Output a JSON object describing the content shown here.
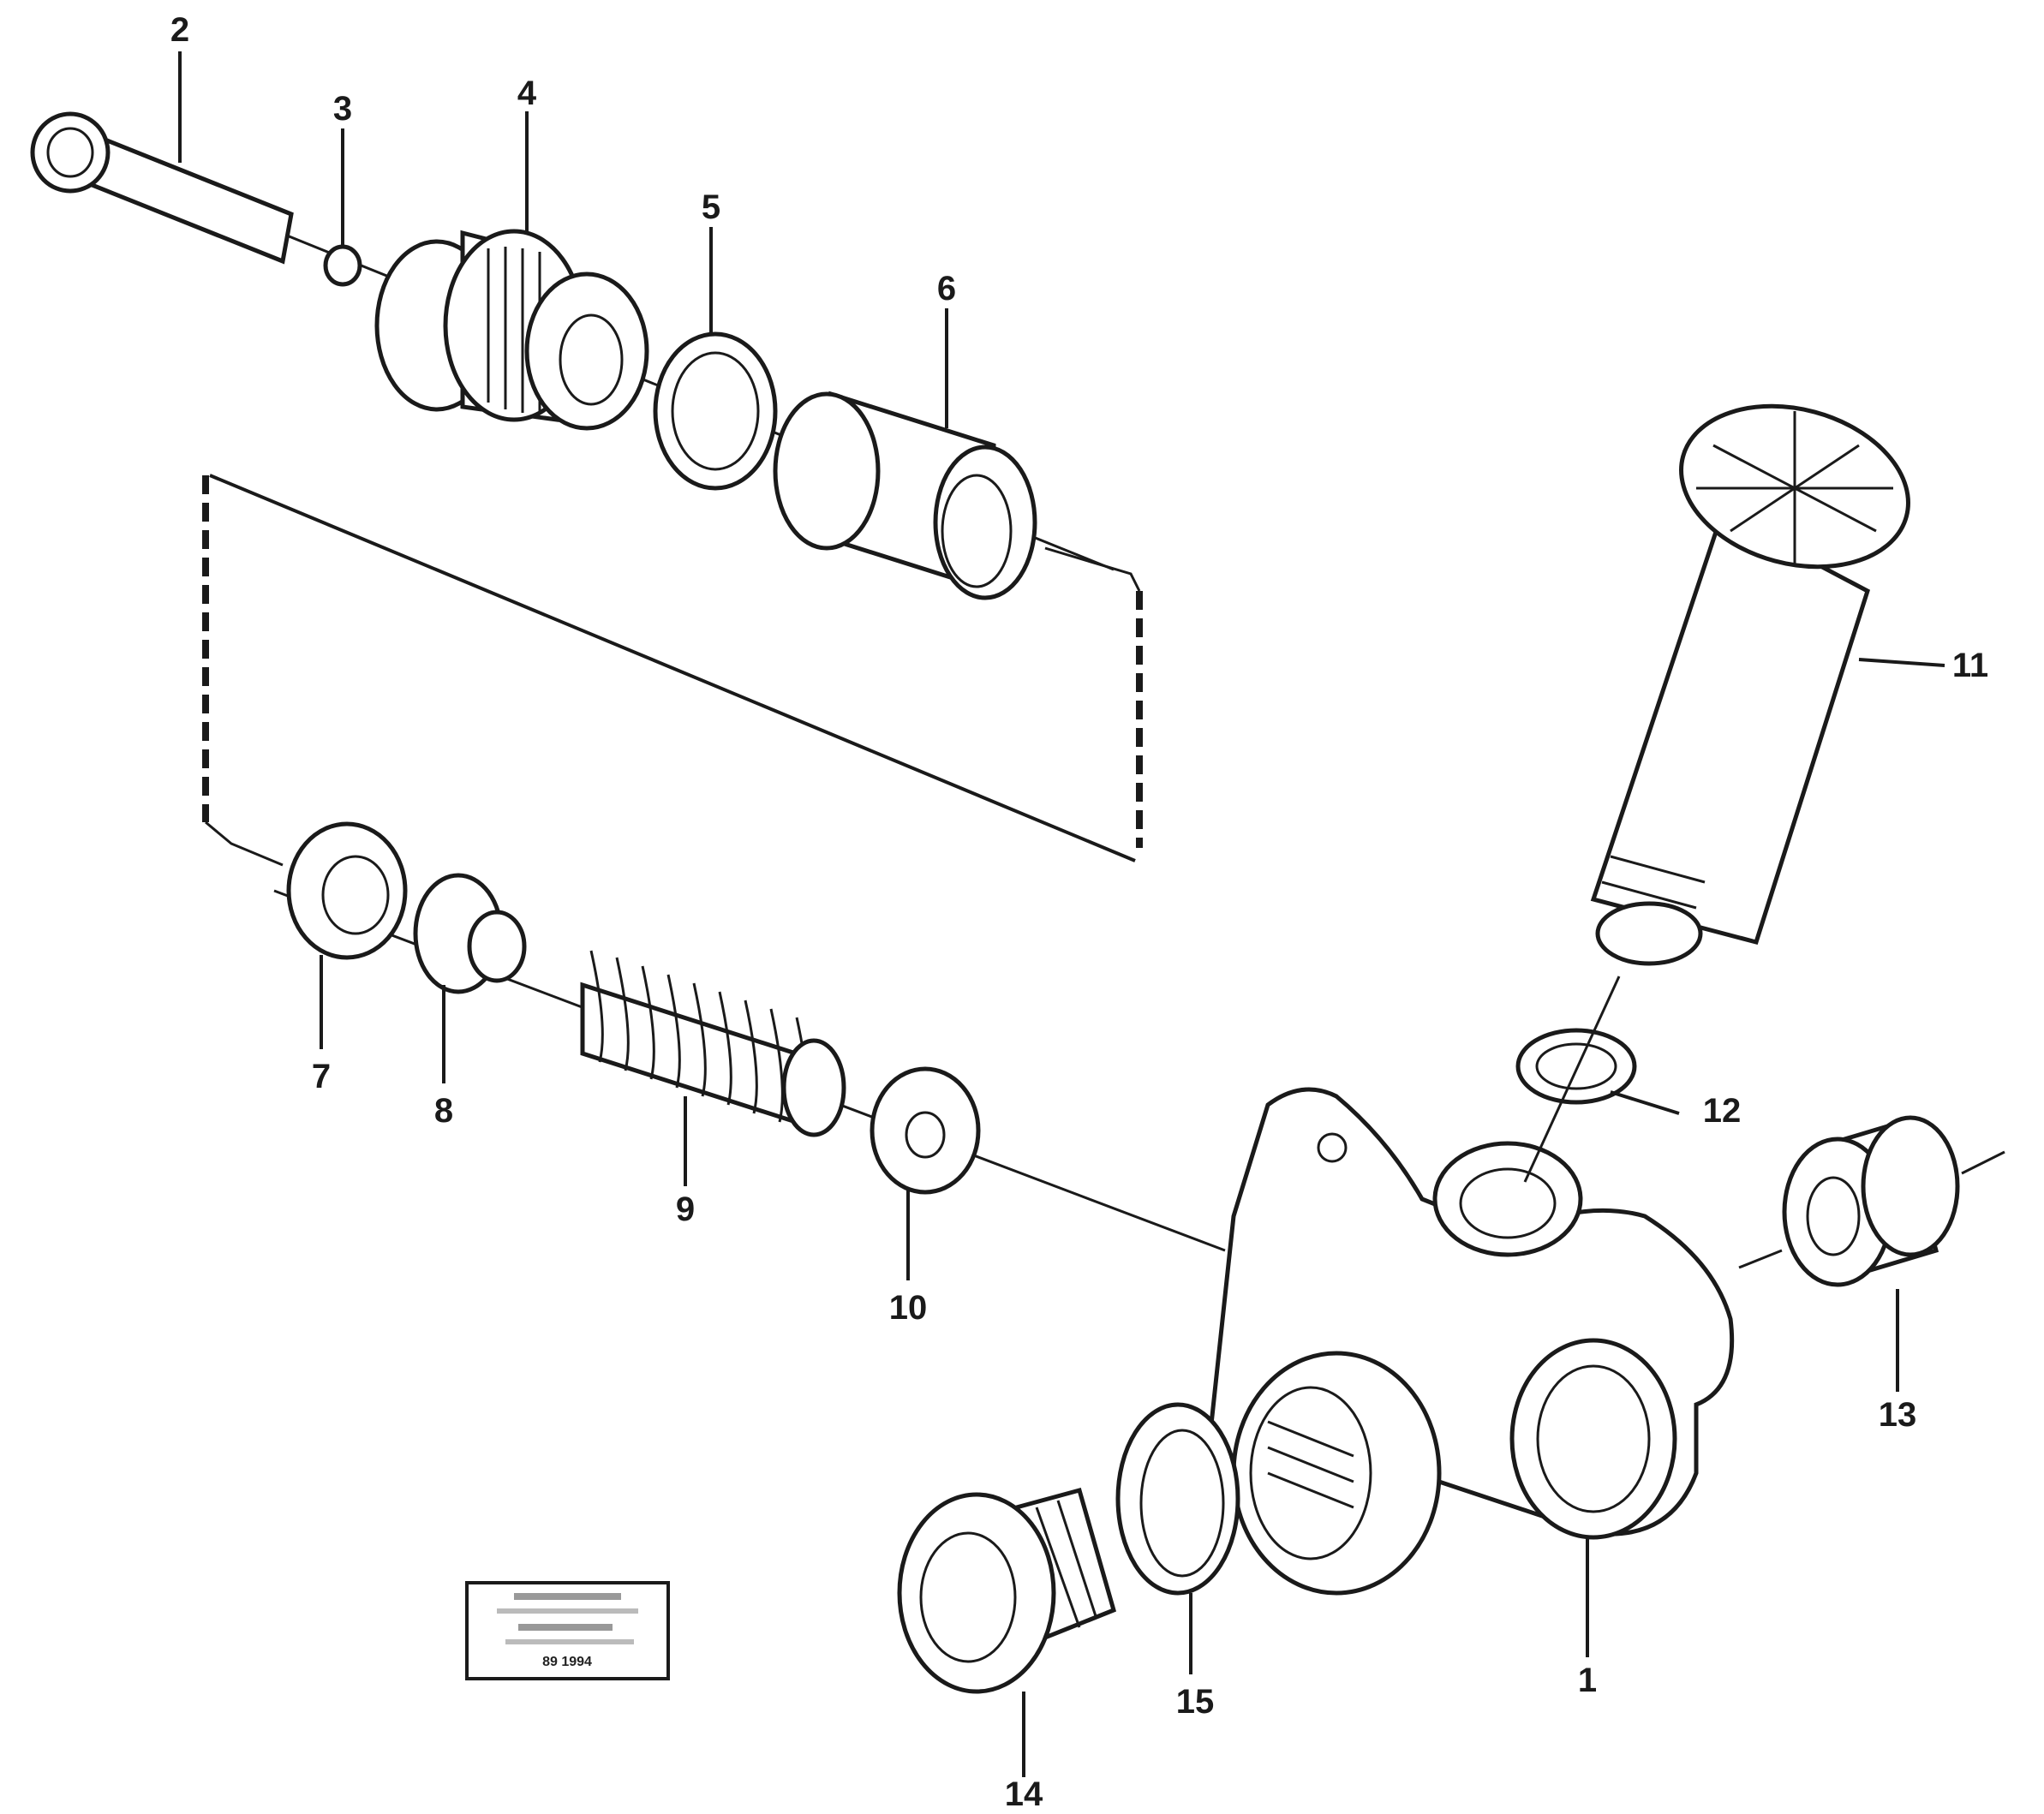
{
  "diagram": {
    "labels": {
      "p1": "1",
      "p2": "2",
      "p3": "3",
      "p4": "4",
      "p5": "5",
      "p6": "6",
      "p7": "7",
      "p8": "8",
      "p9": "9",
      "p10": "10",
      "p11": "11",
      "p12": "12",
      "p13": "13",
      "p14": "14",
      "p15": "15"
    },
    "stamp": {
      "code": "89 1994"
    }
  }
}
